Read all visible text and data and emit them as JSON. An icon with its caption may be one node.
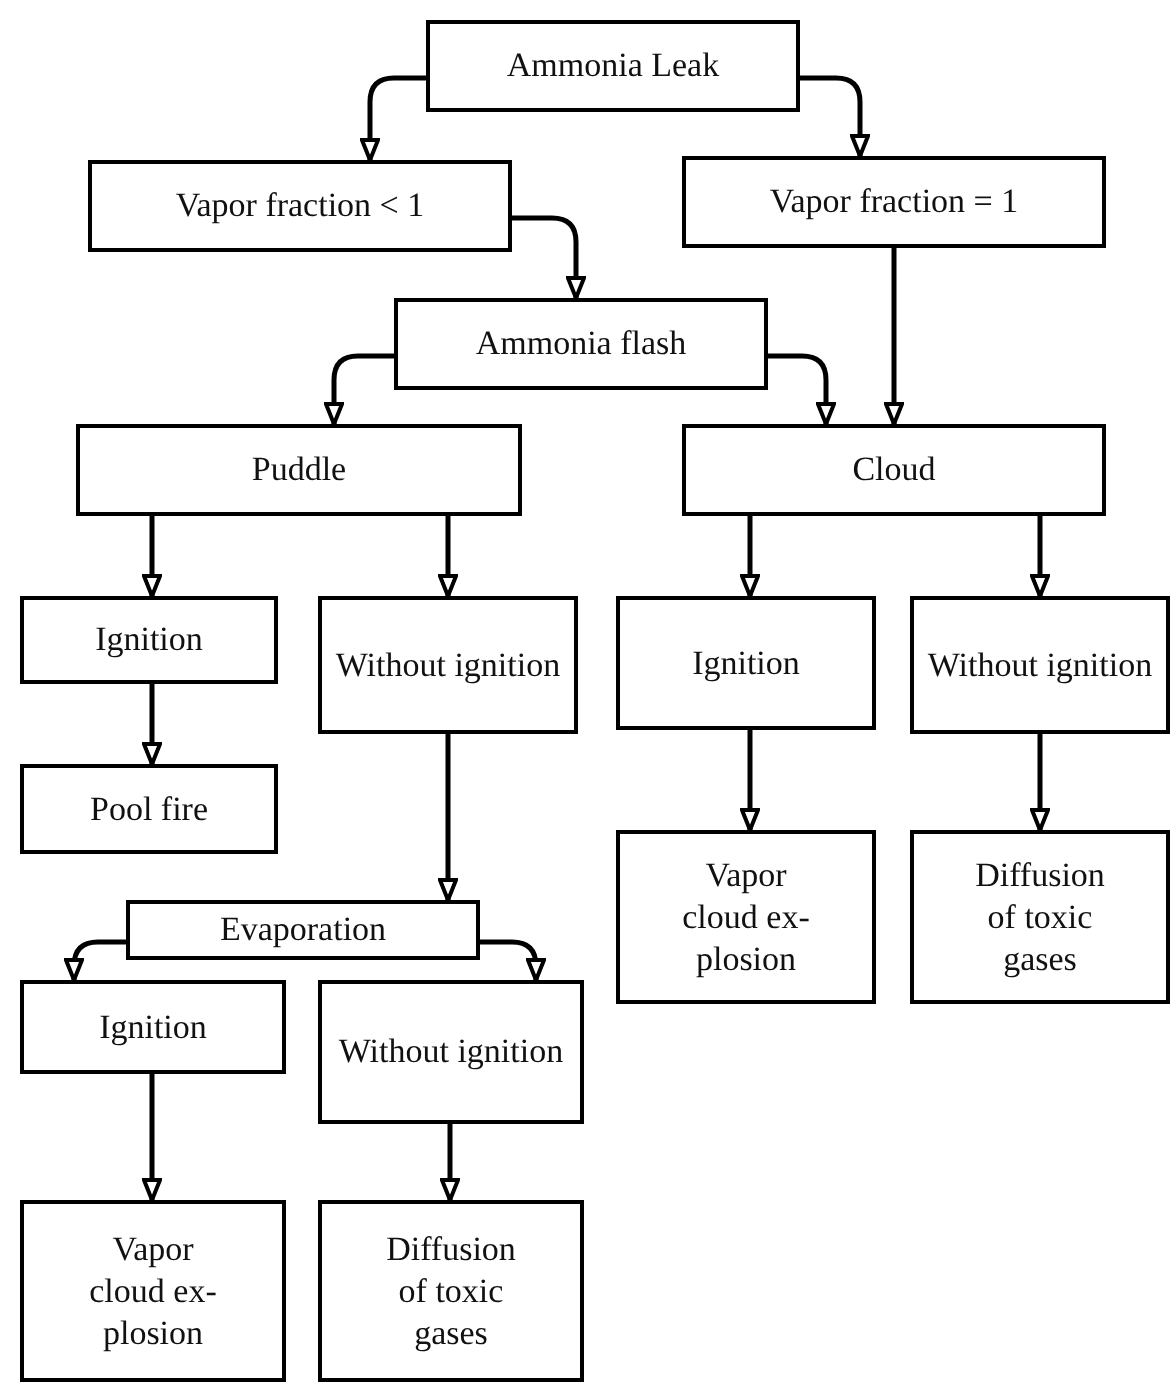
{
  "diagram": {
    "nodes": [
      {
        "text": [
          "Ammonia Leak"
        ]
      },
      {
        "text": [
          "Vapor fraction < 1"
        ]
      },
      {
        "text": [
          "Vapor fraction = 1"
        ]
      },
      {
        "text": [
          "Ammonia flash"
        ]
      },
      {
        "text": [
          "Puddle"
        ]
      },
      {
        "text": [
          "Cloud"
        ]
      },
      {
        "text": [
          "Ignition"
        ]
      },
      {
        "text": [
          "Without ignition"
        ]
      },
      {
        "text": [
          "Ignition"
        ]
      },
      {
        "text": [
          "Without ignition"
        ]
      },
      {
        "text": [
          "Pool fire"
        ]
      },
      {
        "text": [
          "Vapor cloud ex- plosion"
        ]
      },
      {
        "text": [
          "Diffusion of toxic gases"
        ]
      },
      {
        "text": [
          "Evaporation"
        ]
      },
      {
        "text": [
          "Ignition"
        ]
      },
      {
        "text": [
          "Without ignition"
        ]
      },
      {
        "text": [
          "Vapor cloud ex- plosion"
        ]
      },
      {
        "text": [
          "Diffusion of toxic gases"
        ]
      }
    ],
    "edges": [
      {
        "from": 0,
        "to": 1,
        "arrow": "to"
      },
      {
        "from": 0,
        "to": 2,
        "arrow": "to"
      },
      {
        "from": 1,
        "to": 3,
        "arrow": "to"
      },
      {
        "from": 2,
        "to": 5,
        "arrow": "to"
      },
      {
        "from": 3,
        "to": 4,
        "arrow": "to"
      },
      {
        "from": 3,
        "to": 5,
        "arrow": "to"
      },
      {
        "from": 4,
        "to": 6,
        "arrow": "to"
      },
      {
        "from": 4,
        "to": 7,
        "arrow": "to"
      },
      {
        "from": 5,
        "to": 8,
        "arrow": "to"
      },
      {
        "from": 5,
        "to": 9,
        "arrow": "to"
      },
      {
        "from": 6,
        "to": 10,
        "arrow": "to"
      },
      {
        "from": 7,
        "to": 13,
        "arrow": "to"
      },
      {
        "from": 8,
        "to": 11,
        "arrow": "to"
      },
      {
        "from": 9,
        "to": 12,
        "arrow": "to"
      },
      {
        "from": 13,
        "to": 14,
        "arrow": "to"
      },
      {
        "from": 13,
        "to": 15,
        "arrow": "to"
      },
      {
        "from": 14,
        "to": 16,
        "arrow": "to"
      },
      {
        "from": 15,
        "to": 17,
        "arrow": "to"
      }
    ]
  }
}
